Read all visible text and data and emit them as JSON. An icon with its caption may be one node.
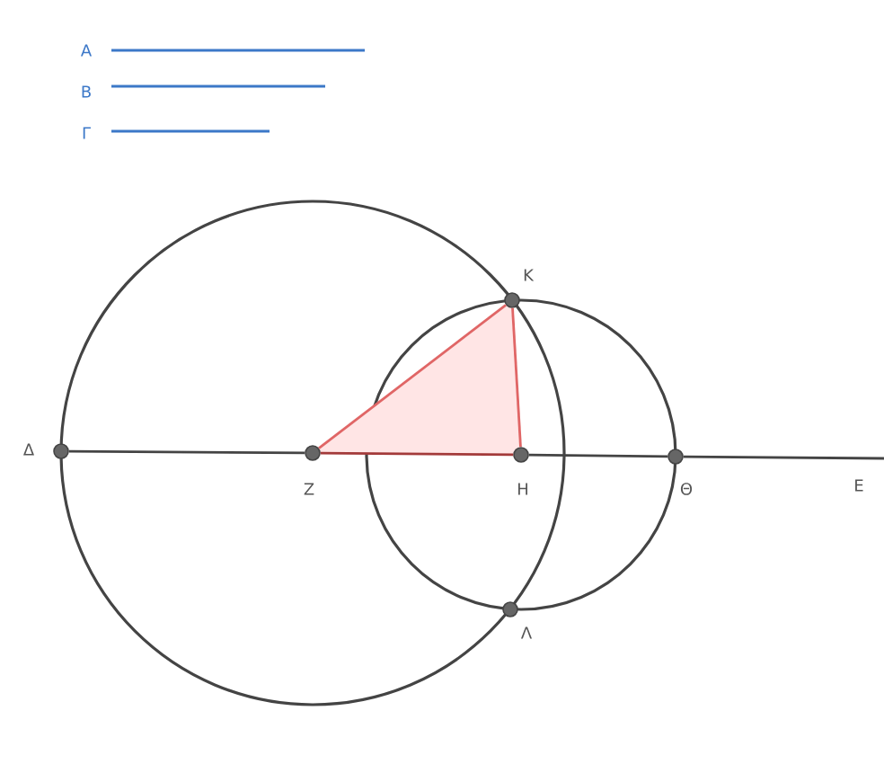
{
  "diagram": {
    "nodes": [
      {
        "text": [],
        "shape": "circle",
        "beside": [
          "Δ"
        ]
      },
      {
        "text": [],
        "shape": "circle",
        "beside": [
          "Ζ"
        ]
      },
      {
        "text": [],
        "shape": "circle",
        "beside": [
          "Η"
        ]
      },
      {
        "text": [],
        "shape": "circle",
        "beside": [
          "Θ"
        ]
      },
      {
        "text": [],
        "shape": "circle",
        "beside": [
          "Κ"
        ]
      },
      {
        "text": [],
        "shape": "circle",
        "beside": [
          "Λ"
        ]
      }
    ],
    "edges": [
      {
        "from": 0,
        "to": 1,
        "arrow": "none"
      },
      {
        "from": 1,
        "to": 2,
        "arrow": "none",
        "color": "#a33a3a"
      },
      {
        "from": 2,
        "to": 3,
        "arrow": "none"
      },
      {
        "from": 3,
        "to": null,
        "arrow": "none"
      },
      {
        "from": 1,
        "to": 4,
        "arrow": "none",
        "color": "#e06666"
      },
      {
        "from": 4,
        "to": 2,
        "arrow": "none",
        "color": "#e06666"
      }
    ],
    "labels": [
      "Α",
      "Β",
      "Γ",
      "Ε"
    ]
  }
}
